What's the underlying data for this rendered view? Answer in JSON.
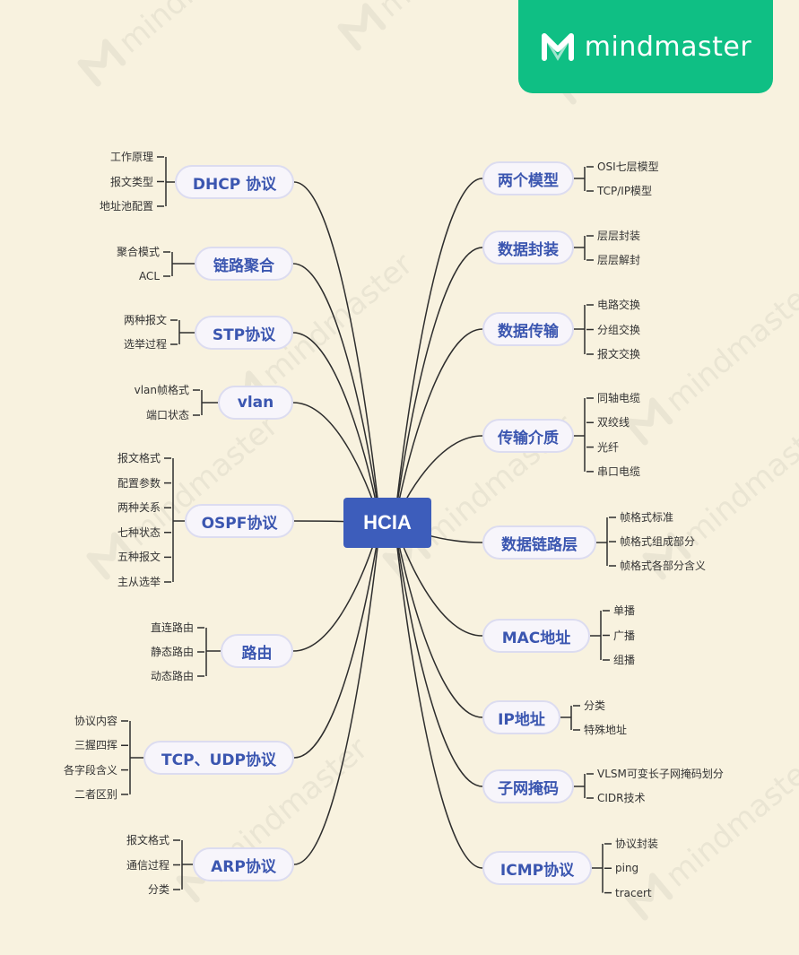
{
  "brand": {
    "name": "mindmaster",
    "color": "#0fbf84"
  },
  "root": {
    "label": "HCIA",
    "color": "#3d5dbb"
  },
  "left_branches": [
    {
      "label": "DHCP 协议",
      "children": [
        "工作原理",
        "报文类型",
        "地址池配置"
      ]
    },
    {
      "label": "链路聚合",
      "children": [
        "聚合模式",
        "ACL"
      ]
    },
    {
      "label": "STP协议",
      "children": [
        "两种报文",
        "选举过程"
      ]
    },
    {
      "label": "vlan",
      "children": [
        "vlan帧格式",
        "端口状态"
      ]
    },
    {
      "label": "OSPF协议",
      "children": [
        "报文格式",
        "配置参数",
        "两种关系",
        "七种状态",
        "五种报文",
        "主从选举"
      ]
    },
    {
      "label": "路由",
      "children": [
        "直连路由",
        "静态路由",
        "动态路由"
      ]
    },
    {
      "label": "TCP、UDP协议",
      "children": [
        "协议内容",
        "三握四挥",
        "各字段含义",
        "二者区别"
      ]
    },
    {
      "label": "ARP协议",
      "children": [
        "报文格式",
        "通信过程",
        "分类"
      ]
    }
  ],
  "right_branches": [
    {
      "label": "两个模型",
      "children": [
        "OSI七层模型",
        "TCP/IP模型"
      ]
    },
    {
      "label": "数据封装",
      "children": [
        "层层封装",
        "层层解封"
      ]
    },
    {
      "label": "数据传输",
      "children": [
        "电路交换",
        "分组交换",
        "报文交换"
      ]
    },
    {
      "label": "传输介质",
      "children": [
        "同轴电缆",
        "双绞线",
        "光纤",
        "串口电缆"
      ]
    },
    {
      "label": "数据链路层",
      "children": [
        "帧格式标准",
        "帧格式组成部分",
        "帧格式各部分含义"
      ]
    },
    {
      "label": "MAC地址",
      "children": [
        "单播",
        "广播",
        "组播"
      ]
    },
    {
      "label": "IP地址",
      "children": [
        "分类",
        "特殊地址"
      ]
    },
    {
      "label": "子网掩码",
      "children": [
        "VLSM可变长子网掩码划分",
        "CIDR技术"
      ]
    },
    {
      "label": "ICMP协议",
      "children": [
        "协议封装",
        "ping",
        "tracert"
      ]
    }
  ]
}
